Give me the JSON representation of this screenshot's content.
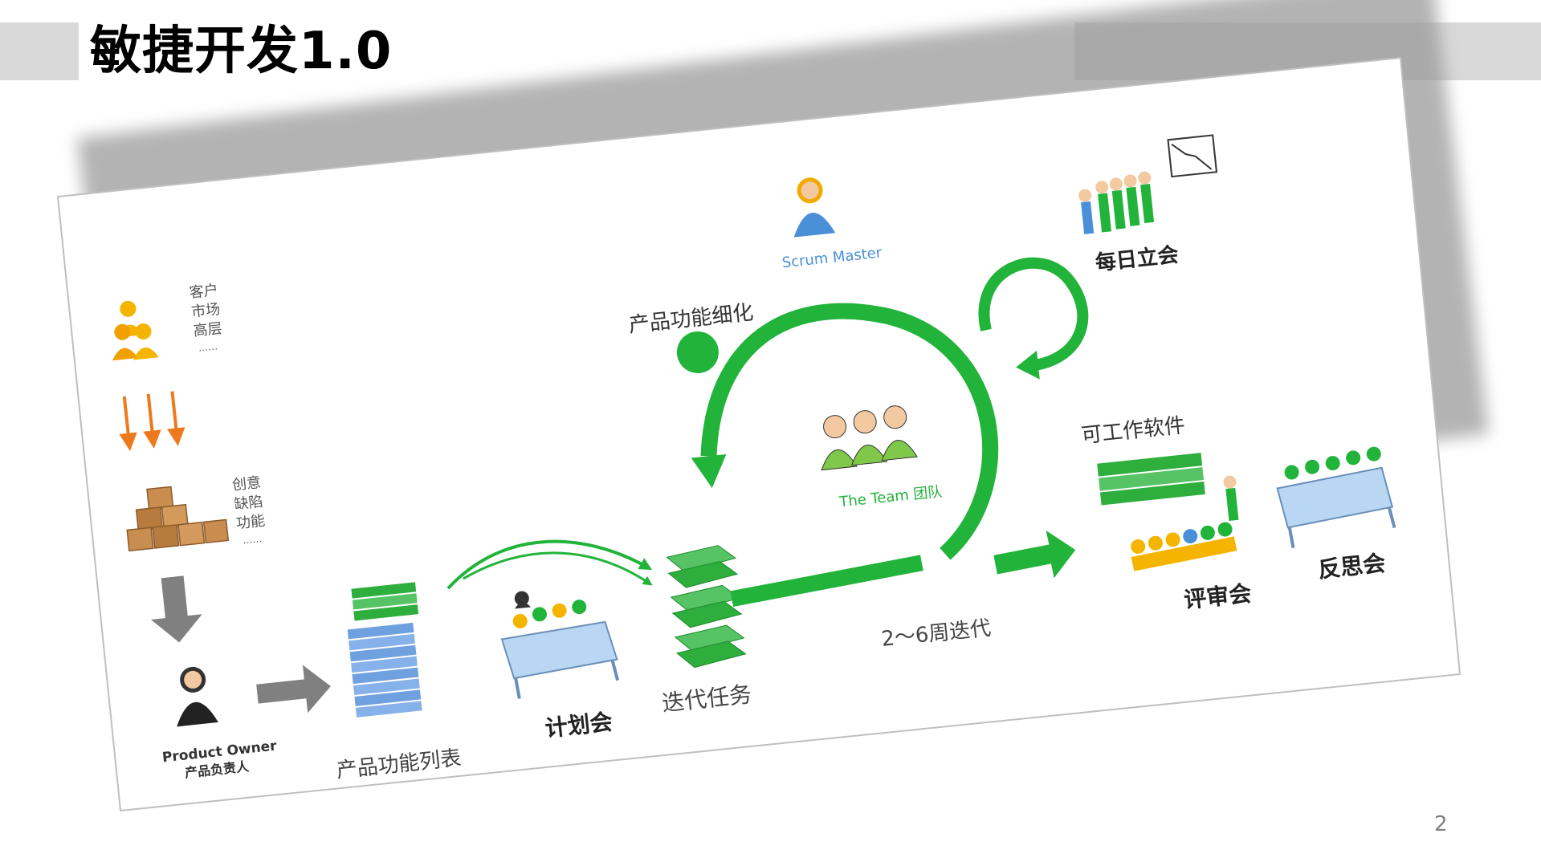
{
  "slide": {
    "title": "敏捷开发1.0",
    "page_number": "2"
  },
  "colors": {
    "accent_green": "#22b33a",
    "person_orange": "#f4b400",
    "arrow_orange": "#ec7a1c",
    "arrow_gray": "#808080",
    "stack_blue": "#6fa0e0",
    "title_bar": "#d9d9d9"
  },
  "diagram": {
    "stakeholders": {
      "lines": [
        "客户",
        "市场",
        "高层"
      ],
      "more": "……"
    },
    "requests": {
      "lines": [
        "创意",
        "缺陷",
        "功能"
      ],
      "more": "……"
    },
    "product_owner": {
      "label_en": "Product Owner",
      "label_cn": "产品负责人"
    },
    "backlog_label": "产品功能列表",
    "planning_label": "计划会",
    "sprint_tasks_label": "迭代任务",
    "refinement_label": "产品功能细化",
    "scrum_master_label": "Scrum Master",
    "team_label": "The Team 团队",
    "iteration_label": "2～6周迭代",
    "daily_standup_label": "每日立会",
    "working_software_label": "可工作软件",
    "review_label": "评审会",
    "retrospective_label": "反思会"
  }
}
